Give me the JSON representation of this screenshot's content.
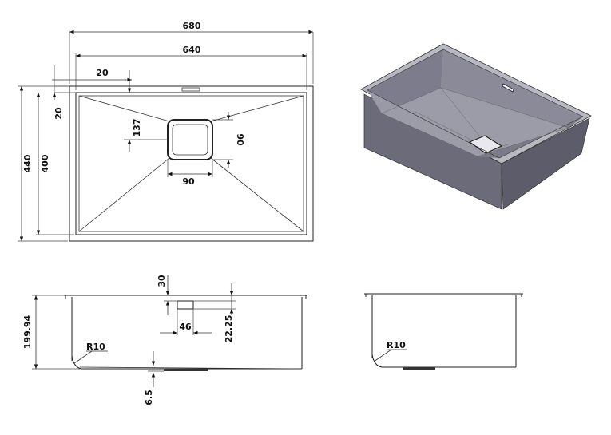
{
  "top_view": {
    "overall_width": "680",
    "inner_width": "640",
    "rim_left": "20",
    "rim_top": "20",
    "overall_depth": "440",
    "inner_depth": "400",
    "drain_offset": "137",
    "drain_width": "90",
    "drain_height": "90"
  },
  "front_view": {
    "height": "199.94",
    "overflow_offset": "30",
    "overflow_width": "46",
    "overflow_drop": "22.25",
    "corner_radius": "R10",
    "drain_depth": "6.5"
  },
  "side_view": {
    "corner_radius": "R10"
  },
  "colors": {
    "line": "#222222",
    "iso_front": "#6b6b7a",
    "iso_side": "#5a5a68",
    "iso_inner": "#8a8a98",
    "iso_floor": "#9c9ca8",
    "iso_rim": "#b8b8c2"
  }
}
